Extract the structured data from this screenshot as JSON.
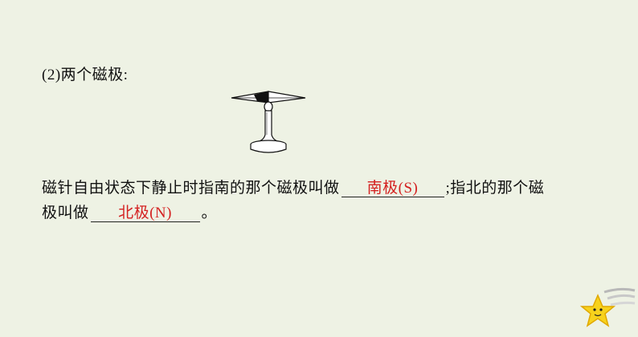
{
  "heading": "(2)两个磁极:",
  "sentence": {
    "part1": "磁针自由状态下静止时指南的那个磁极叫做",
    "answer1": "南极(S)",
    "part2": ";指北的那个磁",
    "part3": "极叫做",
    "answer2": "北极(N)",
    "part4": "。"
  },
  "colors": {
    "background": "#eef2e4",
    "answer": "#d42020"
  },
  "icons": [
    "compass-needle-illustration",
    "shooting-star-icon"
  ]
}
